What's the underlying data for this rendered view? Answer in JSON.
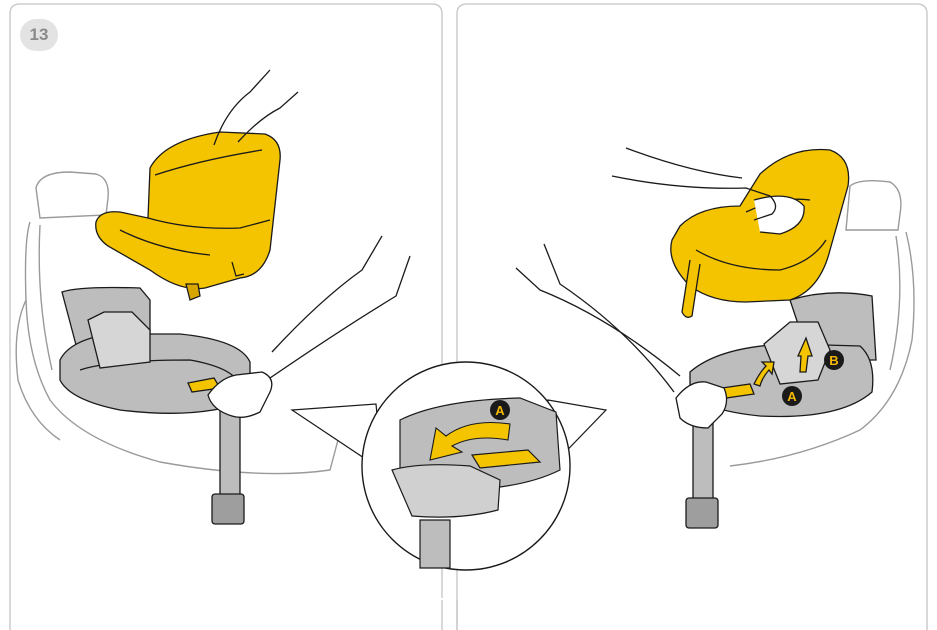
{
  "step_number": "13",
  "callouts": {
    "zoom_a": "A",
    "right_a": "A",
    "right_b": "B"
  },
  "colors": {
    "seat_yellow": "#f5c400",
    "base_grey": "#bdbdbd",
    "line": "#1a1a1a",
    "car_seat_outline": "#9a9a9a",
    "panel_border": "#c4c4c4",
    "badge_bg": "#e3e3e3"
  },
  "icons": [
    "hand-icon",
    "arrow-icon"
  ]
}
